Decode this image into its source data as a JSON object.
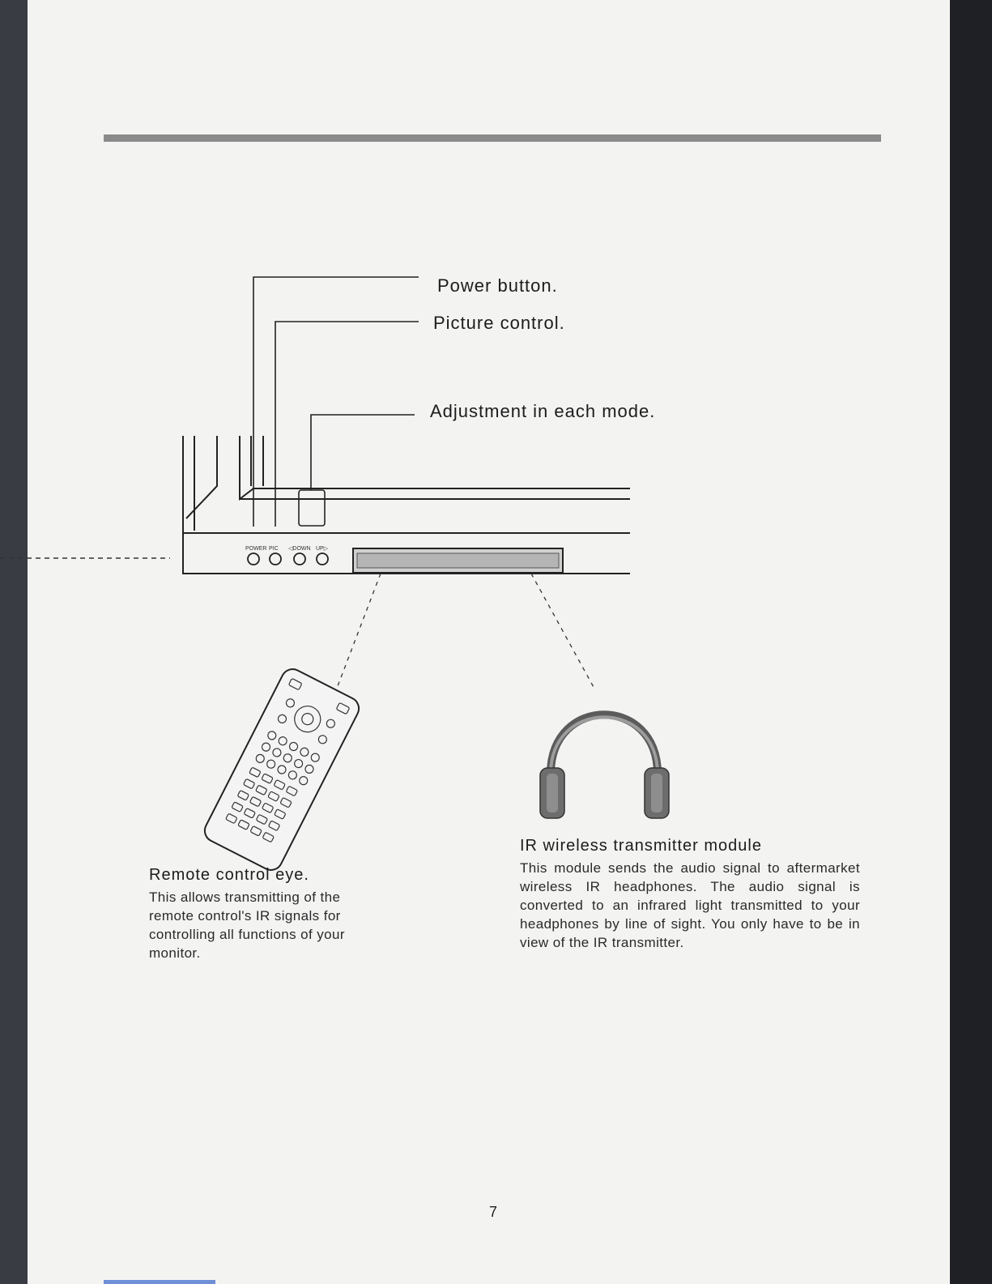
{
  "callouts": {
    "power": "Power button.",
    "picture": "Picture control.",
    "adjustment": "Adjustment in each mode."
  },
  "panel_buttons": [
    "POWER",
    "PIC",
    "DOWN",
    "UP"
  ],
  "remote": {
    "title": "Remote control eye.",
    "body": "This allows transmitting of the remote control's IR signals for controlling all functions of your monitor."
  },
  "ir_module": {
    "title": "IR wireless transmitter module",
    "body": "This module sends the audio signal to aftermarket wireless IR headphones. The audio signal is converted to an infrared light transmitted to your headphones by line of sight. You only have to be in view of the IR transmitter."
  },
  "page_number": "7",
  "icons": [
    "remote-control-icon",
    "headphones-icon"
  ]
}
